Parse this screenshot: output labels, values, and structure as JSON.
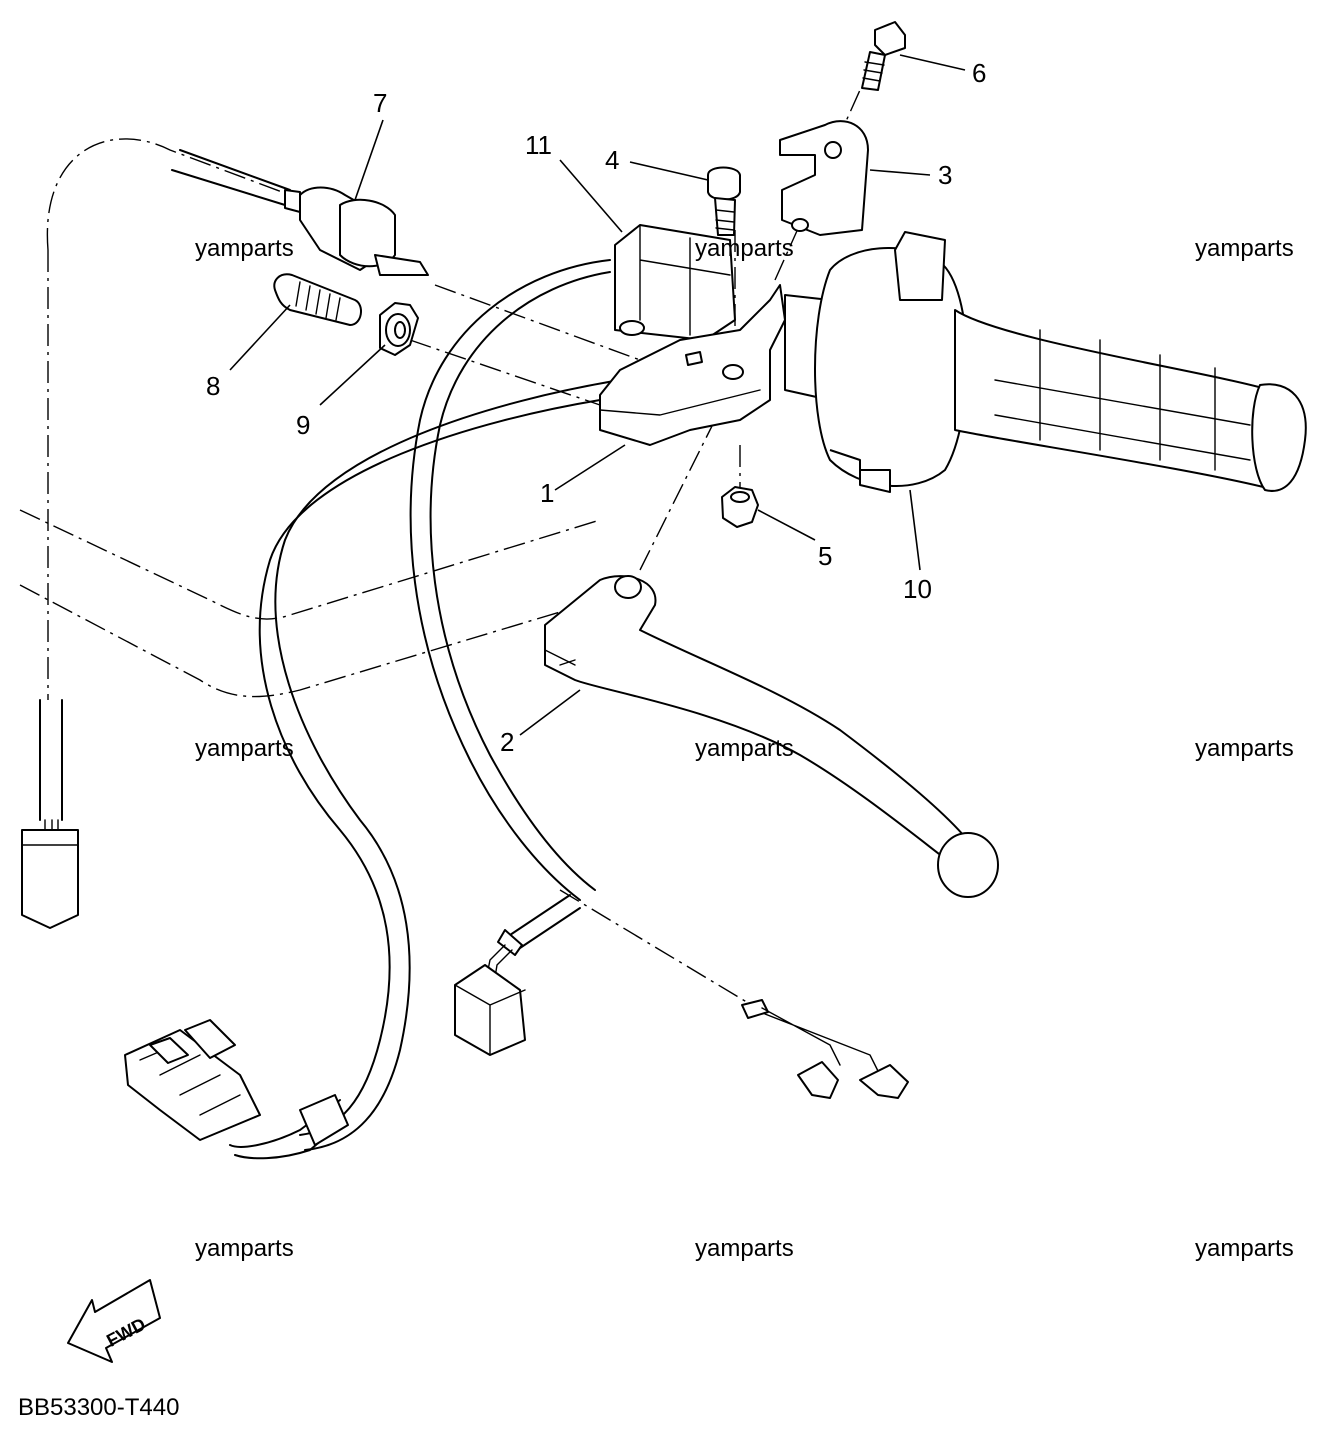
{
  "diagram": {
    "code": "BB53300-T440",
    "direction_badge": "FWD",
    "parts": [
      {
        "id": "part-1",
        "label": "1"
      },
      {
        "id": "part-2",
        "label": "2"
      },
      {
        "id": "part-3",
        "label": "3"
      },
      {
        "id": "part-4",
        "label": "4"
      },
      {
        "id": "part-5",
        "label": "5"
      },
      {
        "id": "part-6",
        "label": "6"
      },
      {
        "id": "part-7",
        "label": "7"
      },
      {
        "id": "part-8",
        "label": "8"
      },
      {
        "id": "part-9",
        "label": "9"
      },
      {
        "id": "part-10",
        "label": "10"
      },
      {
        "id": "part-11",
        "label": "11"
      }
    ],
    "watermarks": [
      "yamparts",
      "yamparts",
      "yamparts",
      "yamparts",
      "yamparts",
      "yamparts",
      "yamparts",
      "yamparts",
      "yamparts"
    ]
  }
}
